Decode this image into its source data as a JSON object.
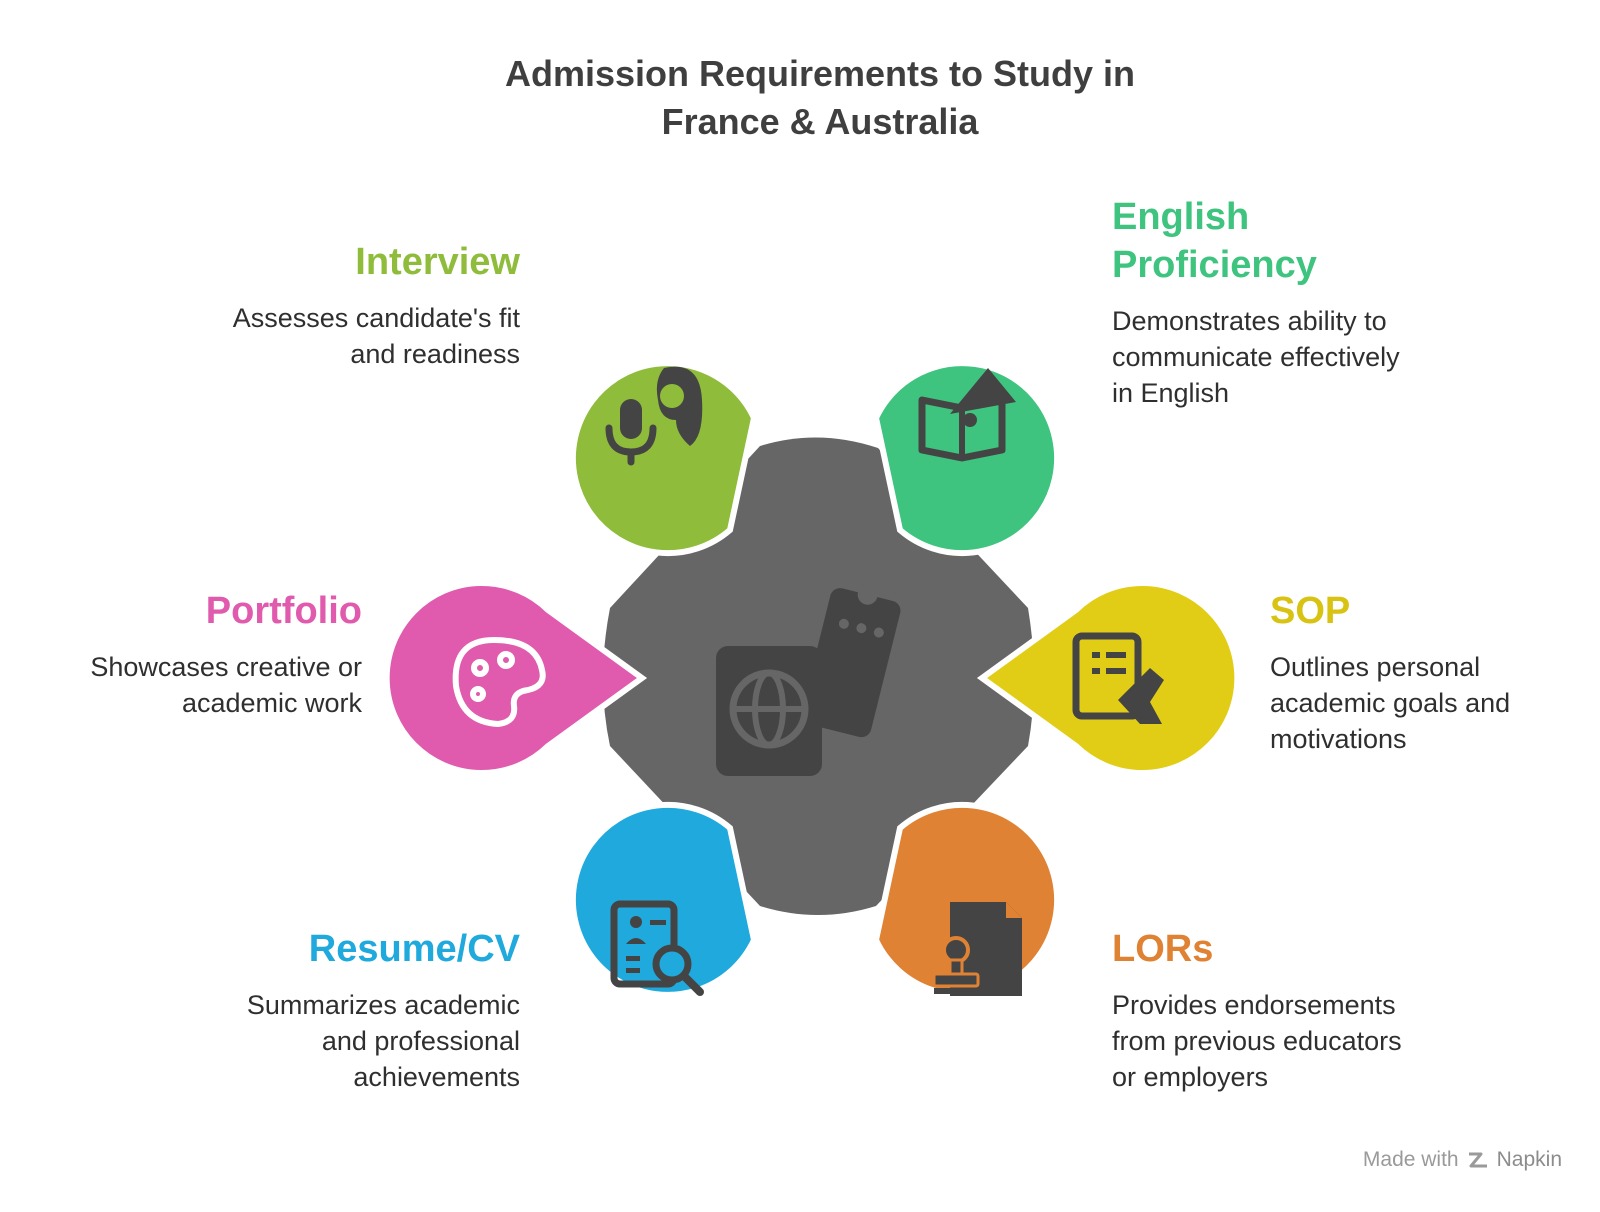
{
  "title": {
    "line1": "Admission Requirements to Study in",
    "line2": "France & Australia"
  },
  "center": {
    "color": "#666666",
    "icon": "passport-ticket-icon"
  },
  "items": {
    "interview": {
      "heading": "Interview",
      "description": [
        "Assesses candidate's fit",
        "and readiness"
      ],
      "color": "#8fbc3a",
      "icon": "interview-microphone-icon"
    },
    "english": {
      "heading": [
        "English",
        "Proficiency"
      ],
      "description": [
        "Demonstrates ability to",
        "communicate effectively",
        "in English"
      ],
      "color": "#3ec47f",
      "icon": "book-megaphone-icon"
    },
    "portfolio": {
      "heading": "Portfolio",
      "description": [
        "Showcases creative or",
        "academic work"
      ],
      "color": "#e05aad",
      "icon": "palette-icon"
    },
    "sop": {
      "heading": "SOP",
      "description": [
        "Outlines personal",
        "academic goals and",
        "motivations"
      ],
      "color": "#e2cd16",
      "icon": "writing-document-icon"
    },
    "resume": {
      "heading": "Resume/CV",
      "description": [
        "Summarizes academic",
        "and professional",
        "achievements"
      ],
      "color": "#1fa9dd",
      "icon": "resume-search-icon"
    },
    "lors": {
      "heading": "LORs",
      "description": [
        "Provides endorsements",
        "from previous educators",
        "or employers"
      ],
      "color": "#e08233",
      "icon": "stamp-document-icon"
    }
  },
  "footer": {
    "made_with": "Made with",
    "brand": "Napkin",
    "icon": "napkin-logo-icon"
  }
}
